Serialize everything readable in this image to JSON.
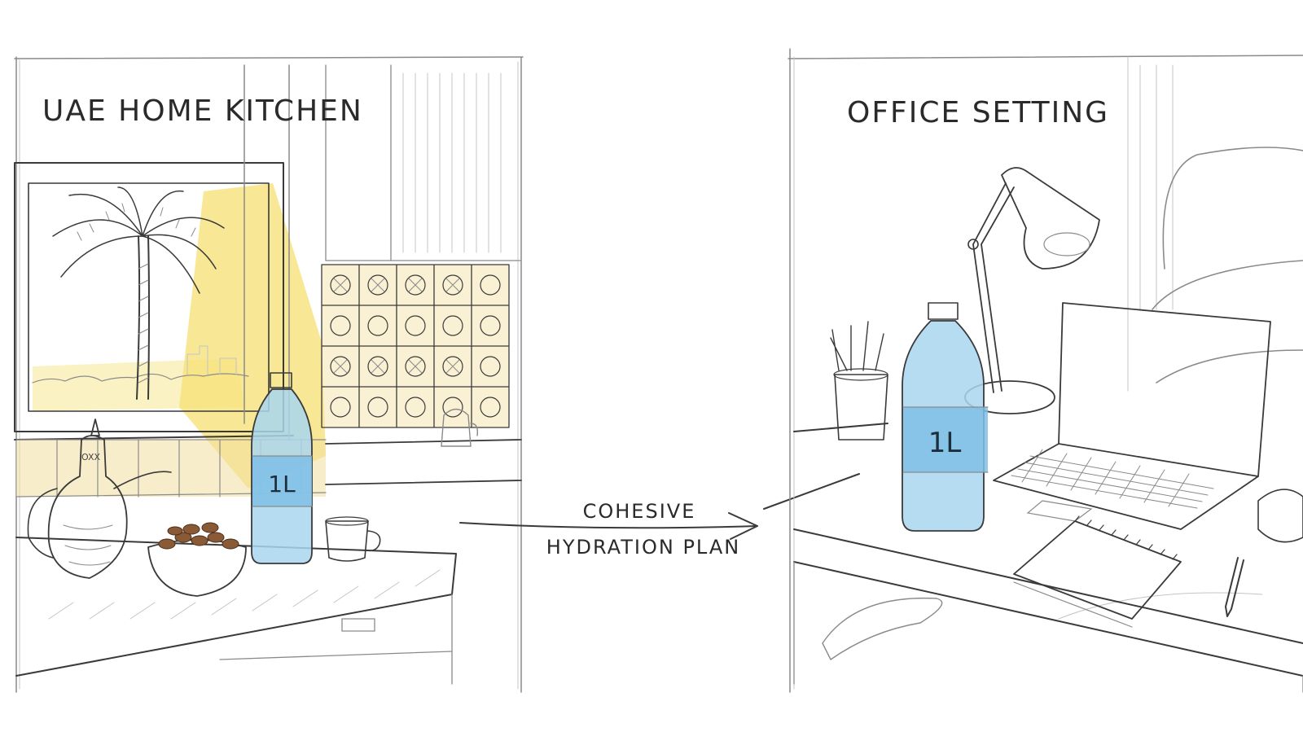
{
  "left_panel": {
    "title": "UAE HOME KITCHEN",
    "bottle_label": "1L"
  },
  "right_panel": {
    "title": "OFFICE SETTING",
    "bottle_label": "1L"
  },
  "connector": {
    "line1": "COHESIVE",
    "line2": "HYDRATION PLAN"
  },
  "colors": {
    "ink": "#3a3a3a",
    "sunlight": "#f2d33c",
    "water": "#a9d6ef",
    "label_band": "#7fc0e6",
    "tile_warm": "#f3dea0"
  }
}
